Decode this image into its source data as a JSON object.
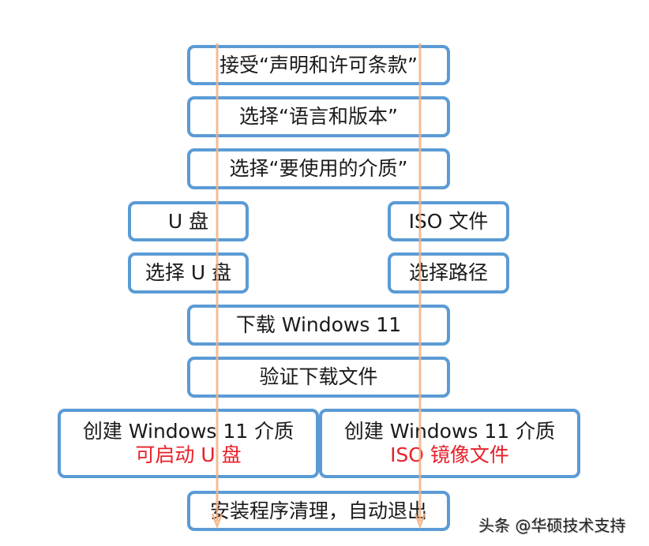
{
  "diagram": {
    "title": "Windows 11 Media Creation Tool flow",
    "colors": {
      "box_border": "#5b9bd5",
      "arrow": "#f4b183",
      "text": "#1a1a1a",
      "highlight": "#e8202a"
    },
    "steps": {
      "accept_terms": "接受“声明和许可条款”",
      "select_language": "选择“语言和版本”",
      "select_media": "选择“要使用的介质”",
      "usb_drive": "U 盘",
      "iso_file": "ISO 文件",
      "select_usb": "选择 U 盘",
      "select_path": "选择路径",
      "download": "下载 Windows 11",
      "verify": "验证下载文件",
      "create_usb_line1": "创建 Windows 11 介质",
      "create_usb_line2": "可启动 U 盘",
      "create_iso_line1": "创建 Windows 11 介质",
      "create_iso_line2": "ISO 镜像文件",
      "cleanup": "安装程序清理，自动退出"
    },
    "branches": [
      "U 盘",
      "ISO 文件"
    ]
  },
  "watermark": "头条 @华硕技术支持"
}
